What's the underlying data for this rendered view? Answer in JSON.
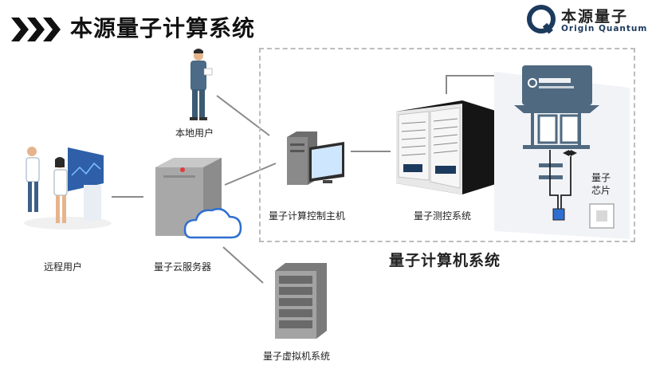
{
  "title": "本源量子计算系统",
  "logo": {
    "name": "本源量子",
    "english": "Origin Quantum"
  },
  "nodes": {
    "local_user": "本地用户",
    "remote_user": "远程用户",
    "cloud_server": "量子云服务器",
    "control_host": "量子计算控制主机",
    "measure_control": "量子测控系统",
    "virtual_machine": "量子虚拟机系统",
    "chip_line1": "量子",
    "chip_line2": "芯片",
    "computer_system": "量子计算机系统"
  },
  "colors": {
    "accent": "#1c3a5e",
    "line": "#8a8a8a",
    "dashed_border": "#bdbdbd",
    "cloud": "#2f6fd0"
  }
}
